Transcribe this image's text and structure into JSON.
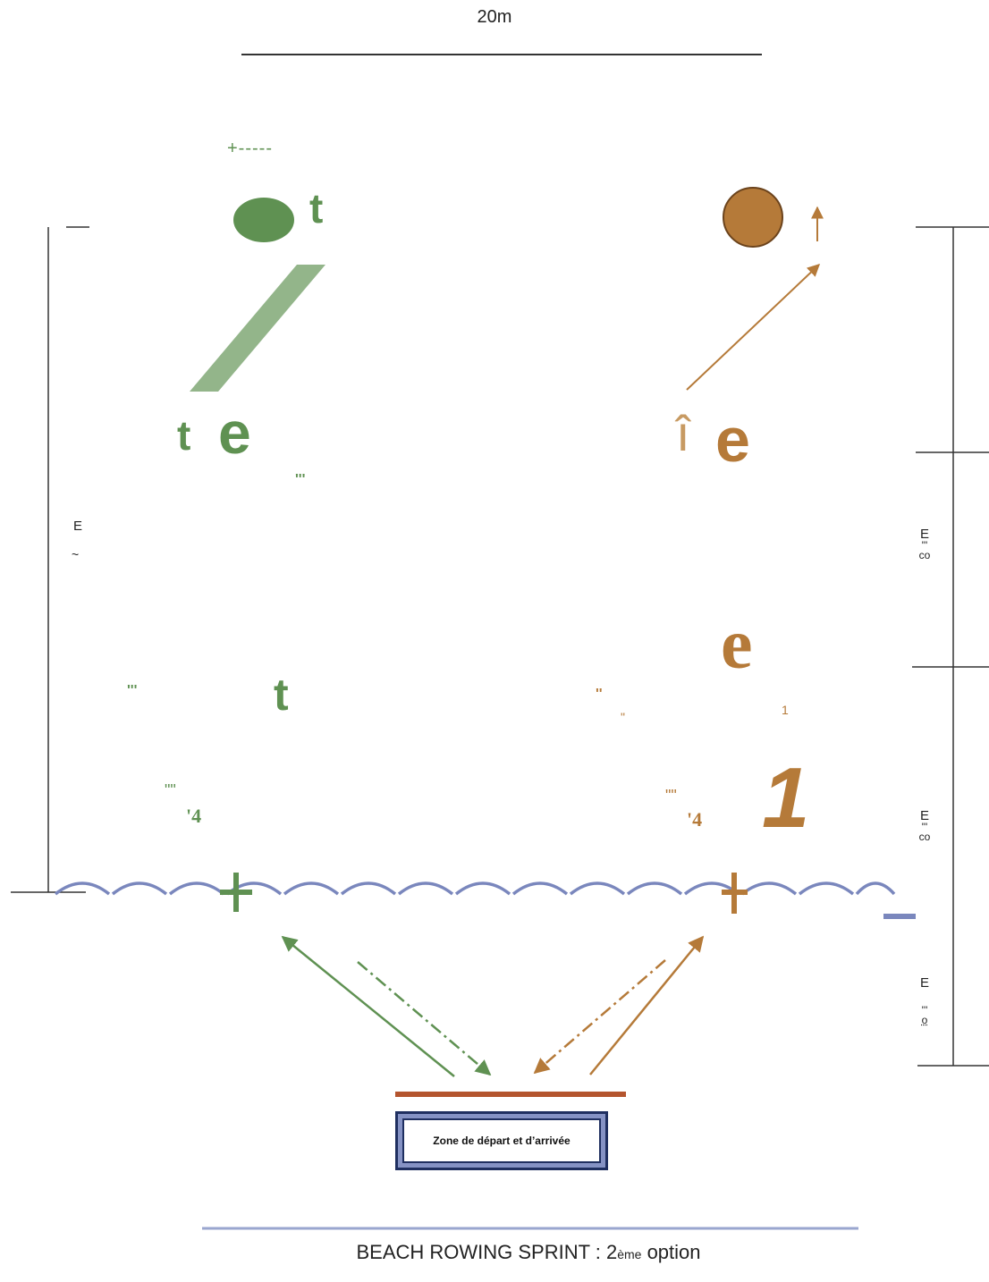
{
  "scale": {
    "label": "20m"
  },
  "left_dimension": {
    "label": "E",
    "mark": "~"
  },
  "right_dimensions": [
    {
      "label": "E",
      "mark": "\"'",
      "sub": "co"
    },
    {
      "label": "E",
      "mark": "\"'",
      "sub": "co"
    },
    {
      "label": "E",
      "mark": "'''",
      "sub": "o"
    }
  ],
  "green_lane": {
    "arrow_text": "+-----",
    "glyph_t1": "t",
    "glyph_t2": "t",
    "glyph_e": "e",
    "glyph_t3": "t",
    "mark_dots1": "'''",
    "mark_dots2": "'''",
    "mark_quote": "\"\"",
    "mark_four": "'4"
  },
  "brown_lane": {
    "glyph_hat": "î",
    "glyph_e1": "e",
    "glyph_e2": "e",
    "glyph_one": "1",
    "mark_dots": "''",
    "mark_quote": "\"",
    "mark_small_one": "1",
    "mark_quote2": "\"\"",
    "mark_four": "'4"
  },
  "start_zone": {
    "label": "Zone de départ et d’arrivée"
  },
  "caption": {
    "main": "BEACH ROWING SPRINT : 2",
    "sup": "ème",
    "tail": " option"
  },
  "colors": {
    "green": "#5f9152",
    "green_light": "#93b58a",
    "brown": "#b57a39",
    "waves": "#7a87bd",
    "start_line": "#b4552e",
    "box_border": "#1f2f60",
    "box_fill": "#8592c4",
    "caption_rule": "#9aa6cf"
  }
}
